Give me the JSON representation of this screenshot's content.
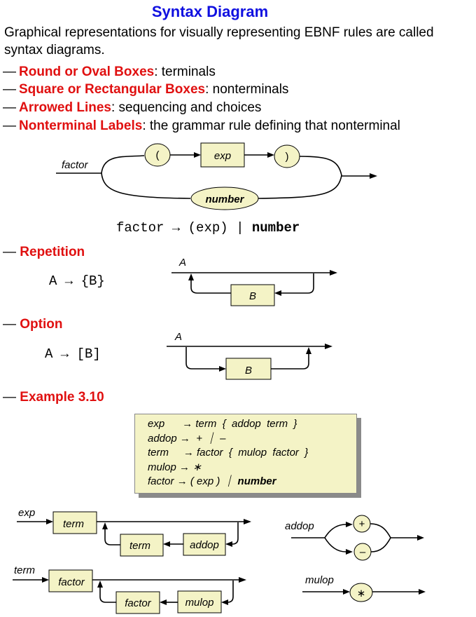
{
  "title": "Syntax Diagram",
  "intro": "Graphical representations for visually representing EBNF rules are called syntax diagrams.",
  "bullets": [
    {
      "dash": "—",
      "term": "Round or Oval Boxes",
      "desc": ": terminals"
    },
    {
      "dash": "—",
      "term": "Square or Rectangular Boxes",
      "desc": ": nonterminals"
    },
    {
      "dash": "—",
      "term": "Arrowed Lines",
      "desc": ": sequencing and choices"
    },
    {
      "dash": "—",
      "term": "Nonterminal Labels",
      "desc": ": the grammar rule defining that nonterminal"
    }
  ],
  "factor_diagram": {
    "label": "factor",
    "lparen": "(",
    "exp": "exp",
    "rparen": ")",
    "number": "number",
    "rule_lhs": "factor",
    "rule_arrow": "→",
    "rule_body": "(exp)",
    "rule_bar": "|",
    "rule_number": "number"
  },
  "repetition": {
    "dash": "—",
    "heading": "Repetition",
    "rule": "A → {B}",
    "a_label": "A",
    "b_label": "B"
  },
  "option": {
    "dash": "—",
    "heading": "Option",
    "rule": "A → [B]",
    "a_label": "A",
    "b_label": "B"
  },
  "example": {
    "dash": "—",
    "heading": "Example 3.10",
    "grammar": [
      {
        "lhs": "exp",
        "pad": "      ",
        "arrow": "→",
        "rhs": " term  {  addop  term  }"
      },
      {
        "lhs": "addop",
        "pad": " ",
        "arrow": "→",
        "rhs": "  +  ⏐  –"
      },
      {
        "lhs": "term",
        "pad": "     ",
        "arrow": "→",
        "rhs": " factor  {  mulop  factor  }"
      },
      {
        "lhs": "mulop",
        "pad": " ",
        "arrow": "→",
        "rhs": " ∗"
      },
      {
        "lhs": "factor",
        "pad": " ",
        "arrow": "→",
        "rhs": " ( exp )  ⏐  ",
        "bold": "number"
      }
    ]
  },
  "exp_diagram": {
    "label": "exp",
    "term": "term",
    "term2": "term",
    "addop": "addop"
  },
  "addop_diagram": {
    "label": "addop",
    "plus": "+",
    "minus": "–"
  },
  "term_diagram": {
    "label": "term",
    "factor": "factor",
    "factor2": "factor",
    "mulop": "mulop"
  },
  "mulop_diagram": {
    "label": "mulop",
    "star": "∗"
  }
}
